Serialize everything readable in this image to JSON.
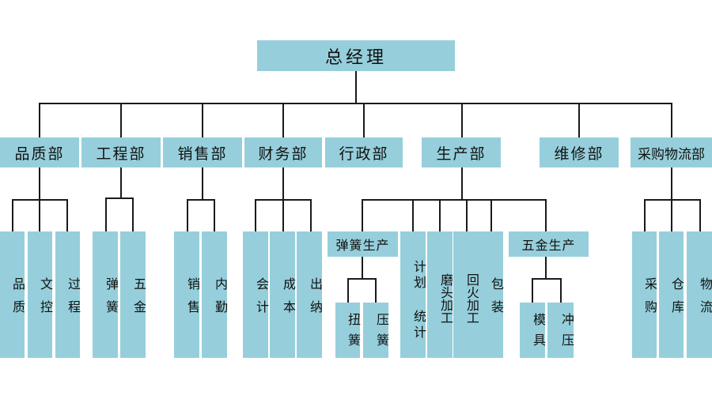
{
  "root": {
    "label": "总经理"
  },
  "departments": [
    {
      "label": "品质部",
      "children": [
        {
          "label": "品质"
        },
        {
          "label": "文控"
        },
        {
          "label": "过程"
        }
      ]
    },
    {
      "label": "工程部",
      "children": [
        {
          "label": "弹簧"
        },
        {
          "label": "五金"
        }
      ]
    },
    {
      "label": "销售部",
      "children": [
        {
          "label": "销售"
        },
        {
          "label": "内勤"
        }
      ]
    },
    {
      "label": "财务部",
      "children": [
        {
          "label": "会计"
        },
        {
          "label": "成本"
        },
        {
          "label": "出纳"
        }
      ]
    },
    {
      "label": "行政部",
      "children": []
    },
    {
      "label": "生产部",
      "children": [
        {
          "label": "弹簧生产",
          "children": [
            {
              "label": "扭簧"
            },
            {
              "label": "压簧"
            }
          ]
        },
        {
          "label": "计划 统计"
        },
        {
          "label": "磨头加工"
        },
        {
          "label": "回火加工"
        },
        {
          "label": "包装"
        },
        {
          "label": "五金生产",
          "children": [
            {
              "label": "模具"
            },
            {
              "label": "冲压"
            }
          ]
        }
      ]
    },
    {
      "label": "维修部",
      "children": []
    },
    {
      "label": "采购物流部",
      "children": [
        {
          "label": "采购"
        },
        {
          "label": "仓库"
        },
        {
          "label": "物流"
        }
      ]
    }
  ]
}
